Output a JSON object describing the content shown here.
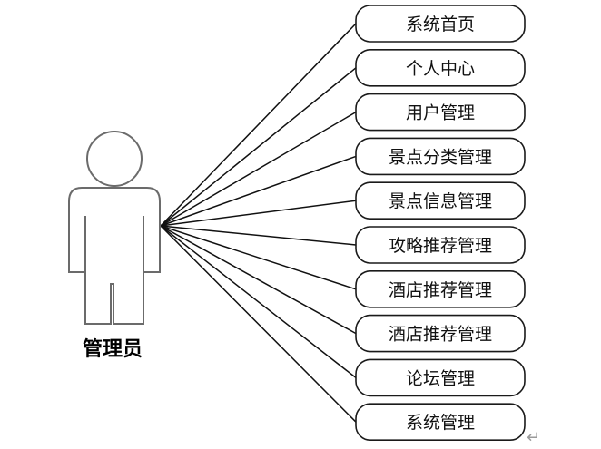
{
  "actor": {
    "label": "管理员",
    "icon": "person-icon"
  },
  "use_cases": [
    "系统首页",
    "个人中心",
    "用户管理",
    "景点分类管理",
    "景点信息管理",
    "攻略推荐管理",
    "酒店推荐管理",
    "酒店推荐管理",
    "论坛管理",
    "系统管理"
  ],
  "return_mark": "↵"
}
